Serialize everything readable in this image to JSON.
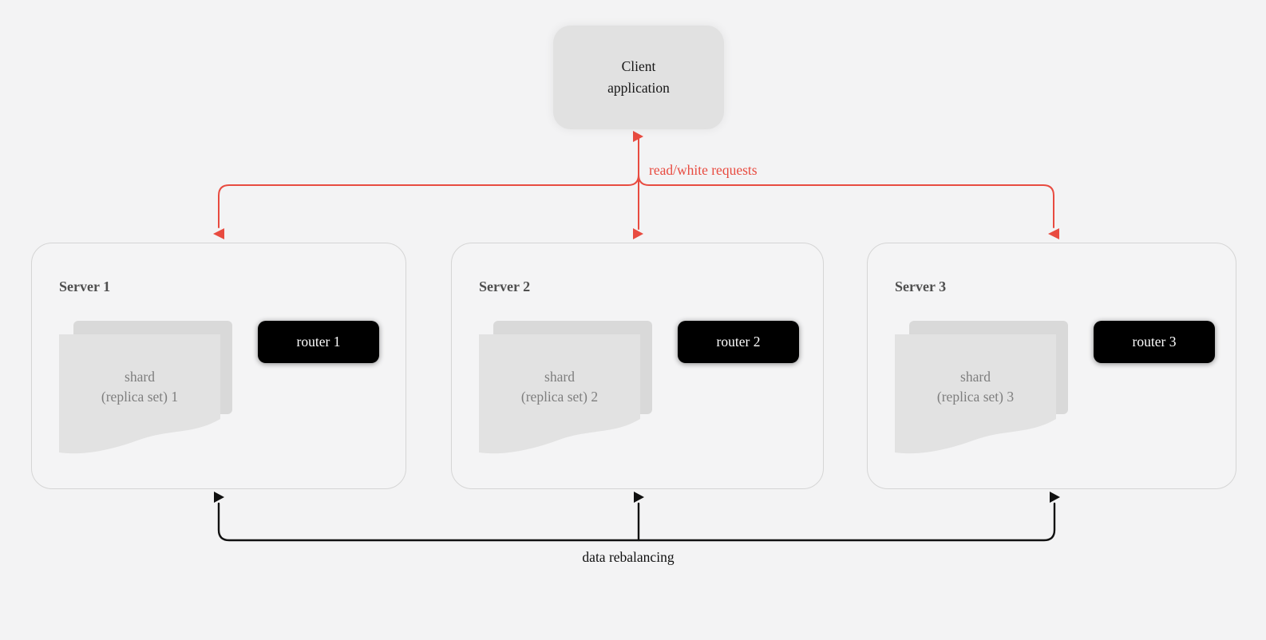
{
  "client": {
    "label": "Client application"
  },
  "edges": {
    "read_write_label": "read/white requests",
    "rebalancing_label": "data rebalancing"
  },
  "servers": [
    {
      "title": "Server 1",
      "shard_line1": "shard",
      "shard_line2": "(replica set) 1",
      "router_label": "router 1"
    },
    {
      "title": "Server 2",
      "shard_line1": "shard",
      "shard_line2": "(replica set) 2",
      "router_label": "router 2"
    },
    {
      "title": "Server 3",
      "shard_line1": "shard",
      "shard_line2": "(replica set) 3",
      "router_label": "router 3"
    }
  ],
  "colors": {
    "accent": "#e84b40",
    "connector": "#111111",
    "node_fill": "#e2e2e2",
    "node_fill_back": "#d9d9d9",
    "router_bg": "#000000",
    "router_text": "#ffffff",
    "server_border": "#d5d5d5",
    "title_text": "#4f4f4f",
    "shard_text": "#7e7e7e",
    "background": "#f3f3f4"
  }
}
